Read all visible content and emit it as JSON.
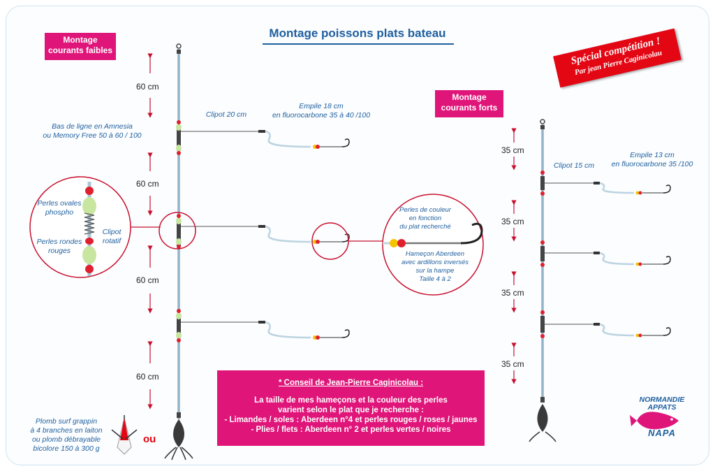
{
  "title": "Montage poissons plats bateau",
  "special": {
    "line1": "Spécial compétition !",
    "line2": "Par jean Pierre Caginicolau"
  },
  "left_rig": {
    "heading": "Montage\ncourants faibles",
    "distances": [
      "60 cm",
      "60 cm",
      "60 cm",
      "60 cm"
    ],
    "bas_de_ligne": "Bas de ligne en Amnesia\nou Memory Free 50 à 60 / 100",
    "clipot": "Clipot 20 cm",
    "empile": "Empile 18 cm\nen fluorocarbone 35 à 40 /100",
    "plomb": "Plomb surf grappin\nà 4 branches en laiton\nou plomb débrayable\nbicolore 150 à 300 g",
    "ou": "ou"
  },
  "zoom_left": {
    "perles_ovales": "Perles ovales\nphospho",
    "perles_rondes": "Perles rondes\nrouges",
    "clipot_rotatif": "Clipot\nrotatif"
  },
  "zoom_right": {
    "perles_couleur": "Perles de couleur\nen fonction\ndu plat recherché",
    "hamecon": "Hameçon Aberdeen\navec ardillons inversés\nsur la hampe\nTaille 4 à 2"
  },
  "right_rig": {
    "heading": "Montage\ncourants forts",
    "distances": [
      "35 cm",
      "35 cm",
      "35 cm",
      "35 cm"
    ],
    "clipot": "Clipot 15 cm",
    "empile": "Empile 13 cm\nen fluorocarbone 35 /100"
  },
  "conseil": {
    "heading": "* Conseil de Jean-Pierre Caginicolau :",
    "lines": [
      "La taille de mes hameçons et la couleur des perles",
      "varient selon le plat que je recherche :",
      "- Limandes / soles : Aberdeen n°4 et perles rouges / roses / jaunes",
      "- Plies / flets : Aberdeen n° 2 et perles vertes / noires"
    ]
  },
  "logo": {
    "line1": "NORMANDIE",
    "line2": "APPATS",
    "line3": "NAPA"
  },
  "colors": {
    "pink": "#e0157a",
    "blue_text": "#1f5f9e",
    "red": "#e30613",
    "line": "#a9c6d8",
    "bead_green": "#c8e6a0",
    "bead_red": "#e0202e"
  }
}
